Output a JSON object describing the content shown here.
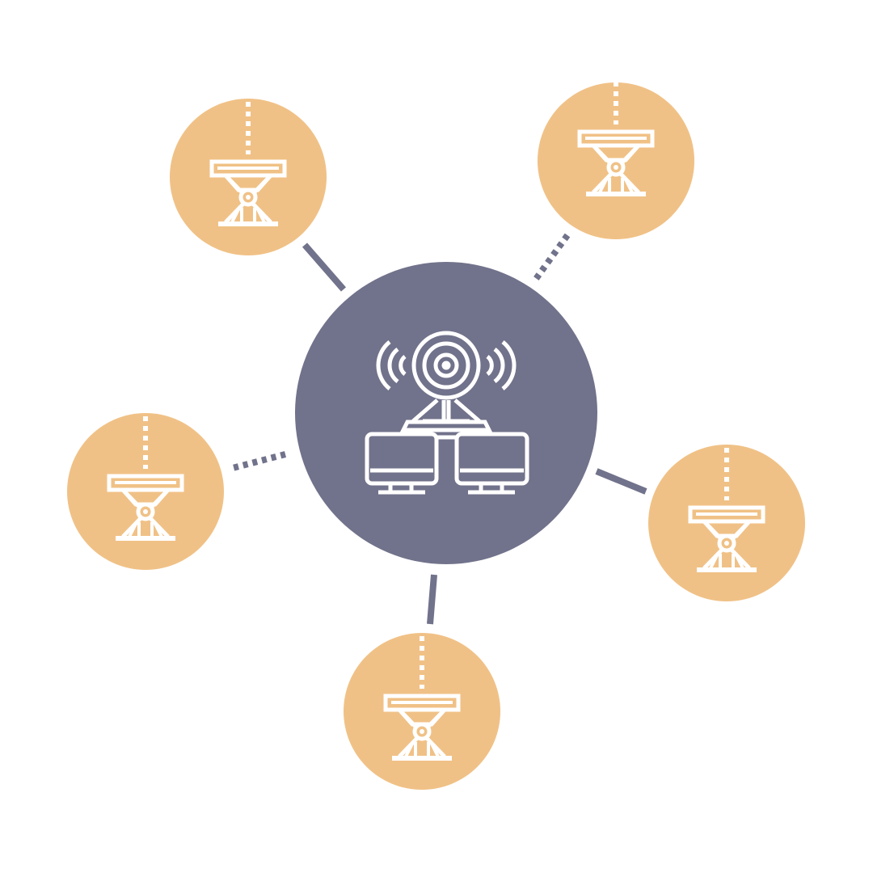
{
  "diagram": {
    "colors": {
      "hub_fill": "#71728b",
      "node_fill": "#f0c186",
      "connector": "#71728b",
      "icon_stroke": "#ffffff",
      "background": "#ffffff"
    },
    "hub": {
      "icon": "server-with-antenna-icon"
    },
    "nodes": [
      {
        "id": "top-left",
        "icon": "scissor-lift-icon",
        "link_style": "solid"
      },
      {
        "id": "top-right",
        "icon": "scissor-lift-icon",
        "link_style": "dotted"
      },
      {
        "id": "left",
        "icon": "scissor-lift-icon",
        "link_style": "dotted"
      },
      {
        "id": "right",
        "icon": "scissor-lift-icon",
        "link_style": "solid"
      },
      {
        "id": "bottom",
        "icon": "scissor-lift-icon",
        "link_style": "solid"
      }
    ]
  }
}
